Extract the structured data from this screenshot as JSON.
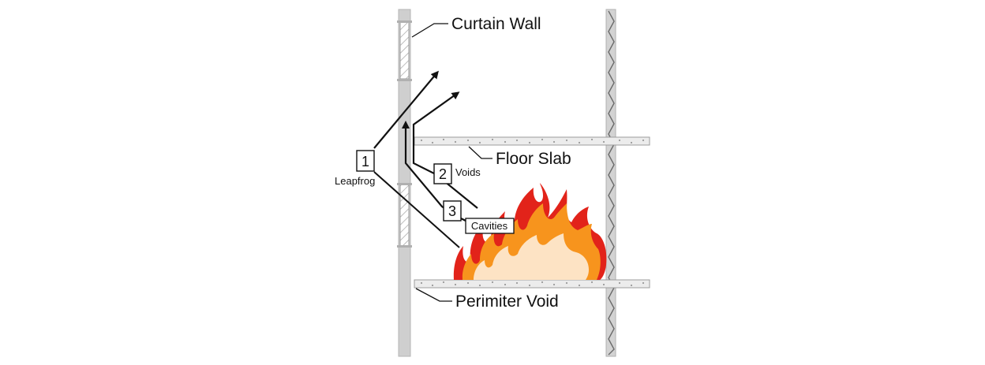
{
  "labels": {
    "curtain_wall": "Curtain Wall",
    "floor_slab": "Floor Slab",
    "perimeter_void": "Perimiter Void"
  },
  "paths": [
    {
      "number": "1",
      "name": "Leapfrog"
    },
    {
      "number": "2",
      "name": "Voids"
    },
    {
      "number": "3",
      "name": "Cavities"
    }
  ],
  "colors": {
    "wall": "#cfcfcf",
    "stroke": "#111111",
    "flame_outer": "#e2231a",
    "flame_mid": "#f7941d",
    "flame_inner": "#fde3c4"
  }
}
